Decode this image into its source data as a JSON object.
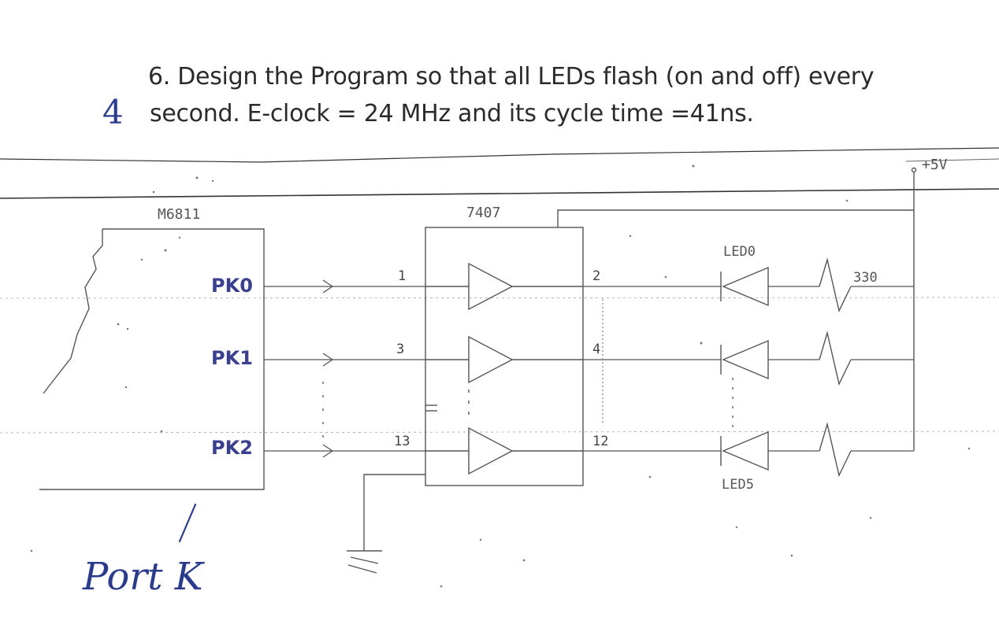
{
  "question": {
    "line1": "6. Design the Program so that all LEDs flash (on and off) every",
    "line2": "second. E-clock = 24 MHz and its cycle time =41ns."
  },
  "handwriting": {
    "period_value": "4",
    "port_label": "Port K"
  },
  "schematic": {
    "supply_label": "+5V",
    "mcu_label": "M6811",
    "buffer_chip_label": "7407",
    "led_top_label": "LED0",
    "led_bottom_label": "LED5",
    "resistor_label": "330",
    "port_pins": [
      "PK0",
      "PK1",
      "PK2"
    ],
    "input_pin_numbers": [
      "1",
      "3",
      "13"
    ],
    "output_pin_numbers": [
      "2",
      "4",
      "12"
    ]
  },
  "colors": {
    "ink": "#2b2b2b",
    "schematic_line": "#5a5a5a",
    "handwriting": "#2a3a8c"
  }
}
